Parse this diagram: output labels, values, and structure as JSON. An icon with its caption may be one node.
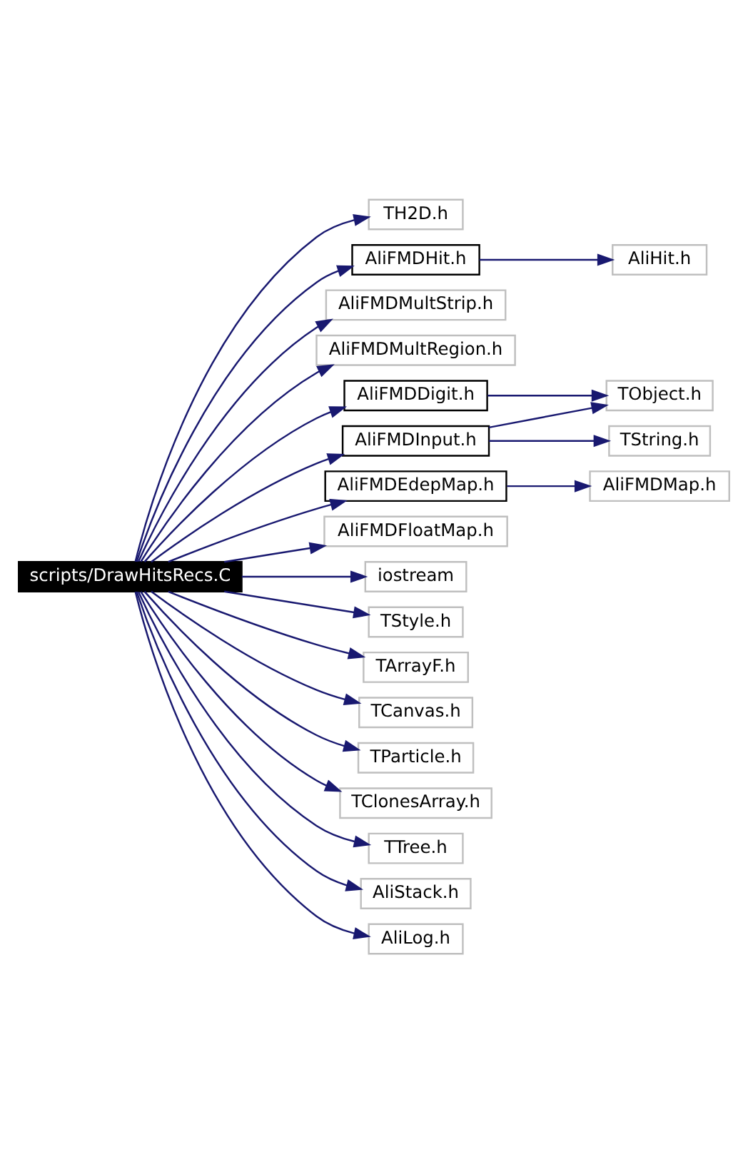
{
  "diagram": {
    "nodes": [
      {
        "text": [
          "scripts/DrawHitsRecs.C"
        ]
      },
      {
        "text": [
          "TH2D.h"
        ]
      },
      {
        "text": [
          "AliFMDHit.h"
        ]
      },
      {
        "text": [
          "AliHit.h"
        ]
      },
      {
        "text": [
          "AliFMDMultStrip.h"
        ]
      },
      {
        "text": [
          "AliFMDMultRegion.h"
        ]
      },
      {
        "text": [
          "AliFMDDigit.h"
        ]
      },
      {
        "text": [
          "TObject.h"
        ]
      },
      {
        "text": [
          "AliFMDInput.h"
        ]
      },
      {
        "text": [
          "TString.h"
        ]
      },
      {
        "text": [
          "AliFMDEdepMap.h"
        ]
      },
      {
        "text": [
          "AliFMDMap.h"
        ]
      },
      {
        "text": [
          "AliFMDFloatMap.h"
        ]
      },
      {
        "text": [
          "iostream"
        ]
      },
      {
        "text": [
          "TStyle.h"
        ]
      },
      {
        "text": [
          "TArrayF.h"
        ]
      },
      {
        "text": [
          "TCanvas.h"
        ]
      },
      {
        "text": [
          "TParticle.h"
        ]
      },
      {
        "text": [
          "TClonesArray.h"
        ]
      },
      {
        "text": [
          "TTree.h"
        ]
      },
      {
        "text": [
          "AliStack.h"
        ]
      },
      {
        "text": [
          "AliLog.h"
        ]
      }
    ],
    "edges": [
      {
        "from": 0,
        "to": 1,
        "arrow": "to"
      },
      {
        "from": 0,
        "to": 2,
        "arrow": "to"
      },
      {
        "from": 2,
        "to": 3,
        "arrow": "to"
      },
      {
        "from": 0,
        "to": 4,
        "arrow": "to"
      },
      {
        "from": 0,
        "to": 5,
        "arrow": "to"
      },
      {
        "from": 0,
        "to": 6,
        "arrow": "to"
      },
      {
        "from": 6,
        "to": 7,
        "arrow": "to"
      },
      {
        "from": 0,
        "to": 8,
        "arrow": "to"
      },
      {
        "from": 8,
        "to": 7,
        "arrow": "to"
      },
      {
        "from": 8,
        "to": 9,
        "arrow": "to"
      },
      {
        "from": 0,
        "to": 10,
        "arrow": "to"
      },
      {
        "from": 10,
        "to": 11,
        "arrow": "to"
      },
      {
        "from": 0,
        "to": 12,
        "arrow": "to"
      },
      {
        "from": 0,
        "to": 13,
        "arrow": "to"
      },
      {
        "from": 0,
        "to": 14,
        "arrow": "to"
      },
      {
        "from": 0,
        "to": 15,
        "arrow": "to"
      },
      {
        "from": 0,
        "to": 16,
        "arrow": "to"
      },
      {
        "from": 0,
        "to": 17,
        "arrow": "to"
      },
      {
        "from": 0,
        "to": 18,
        "arrow": "to"
      },
      {
        "from": 0,
        "to": 19,
        "arrow": "to"
      },
      {
        "from": 0,
        "to": 20,
        "arrow": "to"
      },
      {
        "from": 0,
        "to": 21,
        "arrow": "to"
      }
    ]
  }
}
